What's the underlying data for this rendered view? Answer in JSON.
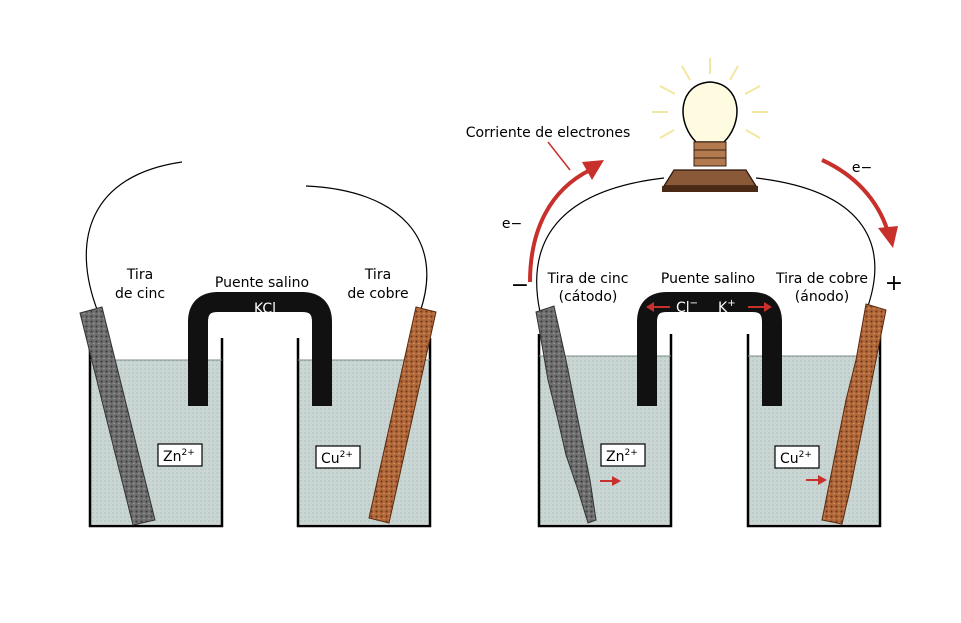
{
  "left_cell": {
    "zinc_strip_label": [
      "Tira",
      "de cinc"
    ],
    "salt_bridge_label": "Puente salino",
    "salt_bridge_text": "KCl",
    "copper_strip_label": [
      "Tira",
      "de cobre"
    ],
    "zinc_ion": "Zn",
    "zinc_ion_charge": "2+",
    "copper_ion": "Cu",
    "copper_ion_charge": "2+"
  },
  "right_cell": {
    "electron_flow_label": "Corriente de electrones",
    "electron_left": "e−",
    "electron_right": "e−",
    "negative_sign": "−",
    "positive_sign": "+",
    "zinc_strip_label": [
      "Tira de cinc",
      "(cátodo)"
    ],
    "salt_bridge_label": "Puente salino",
    "bridge_anion": "Cl",
    "bridge_anion_charge": "−",
    "bridge_cation": "K",
    "bridge_cation_charge": "+",
    "copper_strip_label": [
      "Tira de cobre",
      "(ánodo)"
    ],
    "zinc_ion": "Zn",
    "zinc_ion_charge": "2+",
    "copper_ion": "Cu",
    "copper_ion_charge": "2+"
  },
  "colors": {
    "arrow_red": "#c8302c",
    "solution": "#c9d6d3",
    "zinc": "#6e6e6e",
    "copper": "#b0683a",
    "bridge": "#111111",
    "bulb_glow": "#f3e7a0"
  }
}
